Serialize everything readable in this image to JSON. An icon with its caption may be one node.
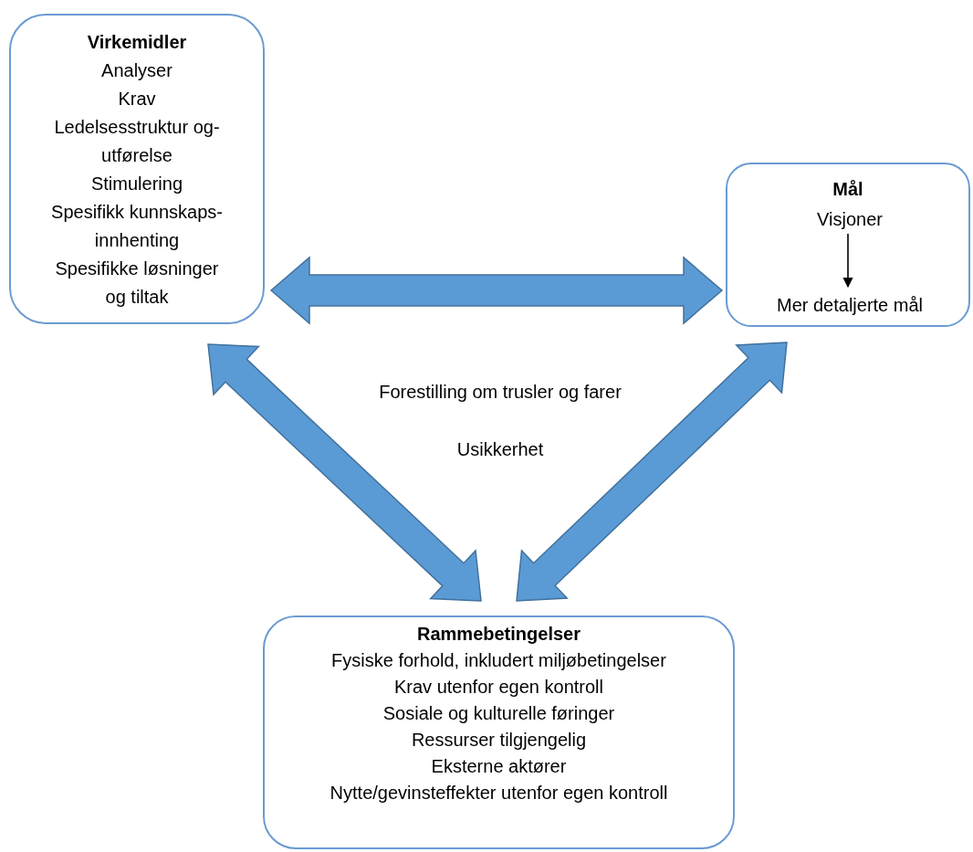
{
  "diagram": {
    "nodes": [
      {
        "text": [
          "Virkemidler",
          "Analyser",
          "Krav",
          "Ledelsesstruktur og- utførelse",
          "Stimulering",
          "Spesifikk kunnskaps-innhenting",
          "Spesifikke løsninger og tiltak"
        ]
      },
      {
        "text": [
          "Mål"
        ]
      },
      {
        "text": [
          "Visjoner"
        ],
        "in": 1
      },
      {
        "text": [
          "Mer detaljerte mål"
        ],
        "in": 1
      },
      {
        "text": [
          "Rammebetingelser",
          "Fysiske forhold, inkludert miljøbetingelser",
          "Krav utenfor egen kontroll",
          "Sosiale og kulturelle føringer",
          "Ressurser tilgjengelig",
          "Eksterne aktører",
          "Nytte/gevinsteffekter utenfor egen kontroll"
        ]
      }
    ],
    "edges": [
      {
        "from": 0,
        "to": 1,
        "arrow": "both",
        "style": "thick",
        "color": "#5b9bd5"
      },
      {
        "from": 0,
        "to": 4,
        "arrow": "both",
        "style": "thick",
        "color": "#5b9bd5"
      },
      {
        "from": 1,
        "to": 4,
        "arrow": "both",
        "style": "thick",
        "color": "#5b9bd5"
      },
      {
        "from": 2,
        "to": 3,
        "arrow": "to"
      }
    ],
    "labels": [
      "Forestilling om trusler og farer",
      "Usikkerhet"
    ]
  }
}
